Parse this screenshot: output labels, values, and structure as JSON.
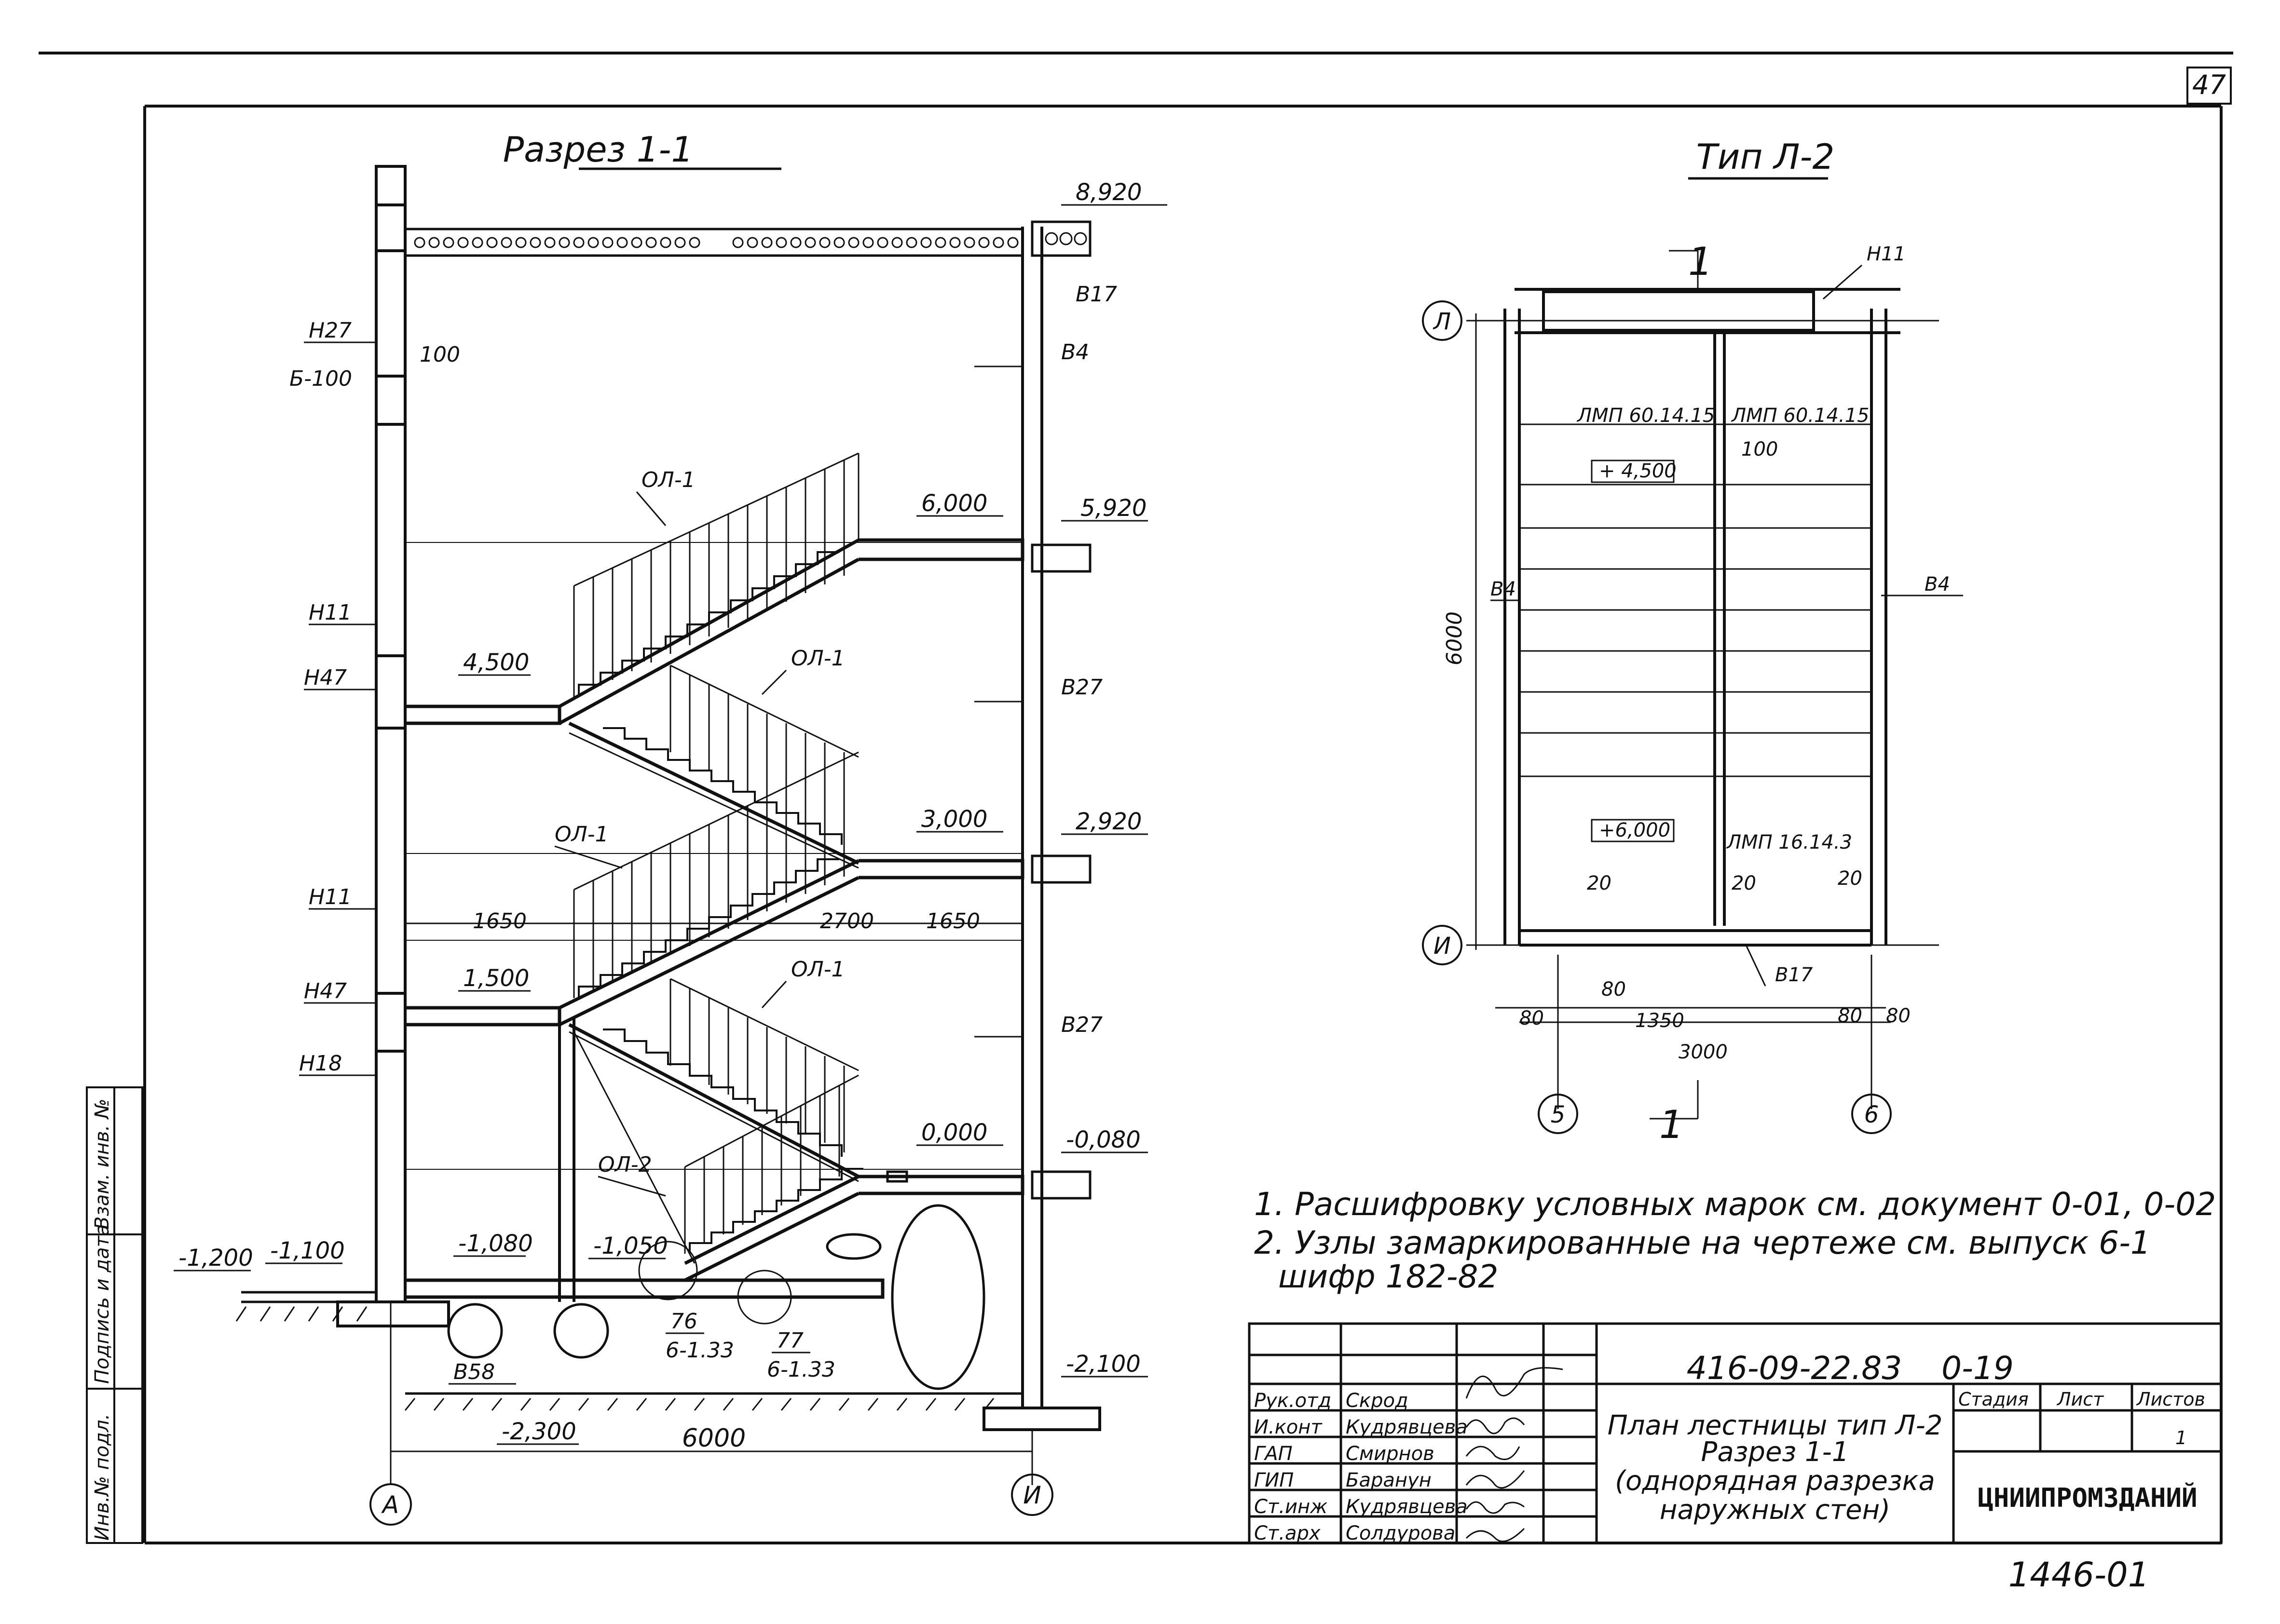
{
  "sheet": {
    "number": "47",
    "doc_code": "416-09-22.83",
    "sheet_code": "0-19",
    "archive_no": "1446-01"
  },
  "section": {
    "title": "Разрез 1-1",
    "marks": {
      "m8920": "8,920",
      "m6000": "6,000",
      "m5920": "5,920",
      "m4500": "4,500",
      "m3000": "3,000",
      "m2920": "2,920",
      "m1500": "1,500",
      "m0000": "0,000",
      "m0080": "-0,080",
      "m1080": "-1,080",
      "m1050": "-1,050",
      "m1200": "-1,200",
      "m1100": "-1,100",
      "m2100": "-2,100",
      "m2300": "-2,300"
    },
    "labels": {
      "n27": "Н27",
      "b100": "Б-100",
      "d100": "100",
      "b17": "В17",
      "b4": "В4",
      "ol1": "ОЛ-1",
      "h11": "Н11",
      "h47": "Н47",
      "b27": "В27",
      "h18": "Н18",
      "ol2": "ОЛ-2",
      "b58": "В58",
      "d1650": "1650",
      "d2700": "2700",
      "d6000": "6000",
      "n76": "76",
      "n77": "77",
      "ref": "6-1.33"
    },
    "axes": {
      "a": "А",
      "i": "И"
    }
  },
  "plan": {
    "title": "Тип Л-2",
    "cut": "1",
    "labels": {
      "n11": "Н11",
      "b4": "В4",
      "b17": "В17",
      "lmp1": "ЛМП 60.14.15",
      "lmp2": "ЛМП 60.14.15",
      "lmp3": "ЛМП 16.14.3",
      "d100": "100",
      "mark1": "+ 4,500",
      "mark2": "+6,000",
      "d20": "20",
      "d80": "80",
      "d1350": "1350",
      "d3000": "3000",
      "d6000": "6000"
    },
    "axes": {
      "l": "Л",
      "i": "И",
      "n5": "5",
      "n6": "6"
    }
  },
  "notes": [
    "1. Расшифровку условных марок см. документ 0-01, 0-02",
    "2. Узлы замаркированные на чертеже см. выпуск 6-1",
    "шифр 182-82"
  ],
  "title_block": {
    "roles": [
      "Рук.отд",
      "И.конт",
      "ГАП",
      "ГИП",
      "Ст.инж",
      "Ст.арх"
    ],
    "names": [
      "Скрод",
      "Кудрявцева",
      "Смирнов",
      "Баранун",
      "Кудрявцева",
      "Солдурова"
    ],
    "title_lines": [
      "План лестницы тип Л-2",
      "Разрез 1-1",
      "(однорядная разрезка",
      "наружных  стен)"
    ],
    "stage_label": "Стадия",
    "sheet_label": "Лист",
    "sheets_label": "Листов",
    "sheets_value": "1",
    "org": "ЦНИИПРОМЗДАНИЙ"
  },
  "side_stamp": [
    "Инв.№ подл.",
    "Подпись и дата",
    "Взам. инв. №"
  ]
}
